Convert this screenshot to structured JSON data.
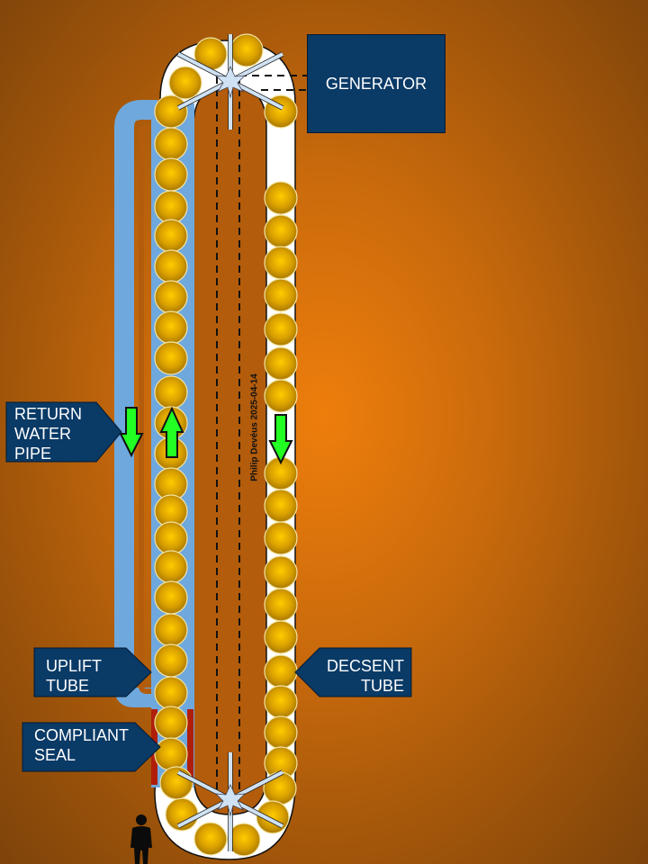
{
  "diagram": {
    "title": "Buoyancy ball loop generator concept",
    "colors": {
      "background_center": "#ee7e0c",
      "background_edge": "#7e430a",
      "label_fill": "#0a3a66",
      "water_blue": "#6fa8dc",
      "tube_white": "#ffffff",
      "ball_gold": "#d9a400",
      "arrow_green": "#22ff22",
      "seal_red": "#b01e0a",
      "axle_light": "#cfe2f3"
    },
    "labels": {
      "generator": "GENERATOR",
      "return_water_pipe": "RETURN\nWATER\nPIPE",
      "uplift_tube": "UPLIFT\nTUBE",
      "compliant_seal": "COMPLIANT\nSEAL",
      "descent_tube": "DECSENT\nTUBE"
    },
    "author_credit": "Philip Devéus 2025-04-14",
    "flow_arrows": [
      {
        "location": "return-water-pipe",
        "direction": "down"
      },
      {
        "location": "uplift-tube",
        "direction": "up"
      },
      {
        "location": "descent-tube",
        "direction": "down"
      }
    ],
    "components": {
      "top_wheel": "upper sprocket wheel",
      "bottom_wheel": "lower sprocket wheel",
      "human_figure": "human silhouette for scale",
      "drive_linkage": "dashed drive line to generator"
    }
  }
}
